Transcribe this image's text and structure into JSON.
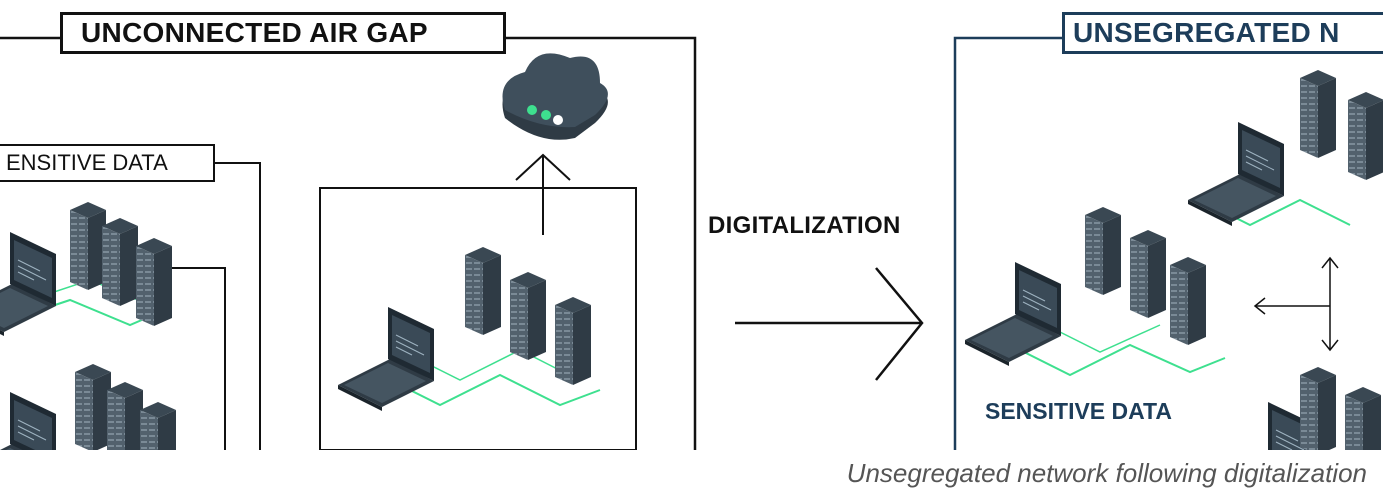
{
  "labels": {
    "left_title": "UNCONNECTED AIR GAP",
    "left_sensitive": "ENSITIVE DATA",
    "digitalization": "DIGITALIZATION",
    "right_title": "UNSEGREGATED N",
    "right_sensitive": "SENSITIVE DATA"
  },
  "caption": "Unsegregated network following digitalization",
  "colors": {
    "line": "#111111",
    "navy": "#1d3d5a",
    "accent_green": "#3ee08f",
    "server_dark": "#2f3b45",
    "server_face": "#52616d"
  },
  "icons": [
    "cloud-icon",
    "server-rack-icon",
    "laptop-icon"
  ]
}
